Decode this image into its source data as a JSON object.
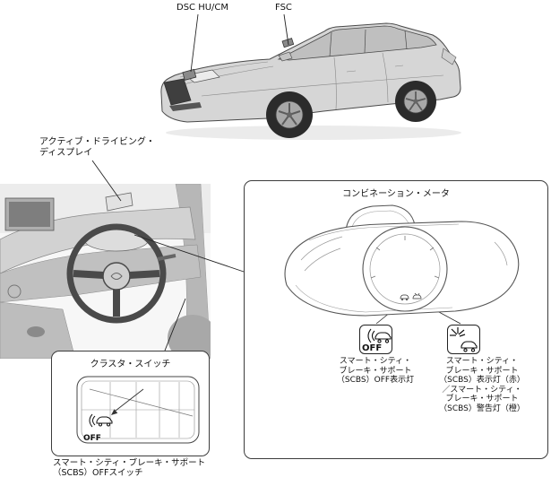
{
  "diagram": {
    "component_labels": {
      "dsc": "DSC HU/CM",
      "fsc": "FSC"
    },
    "active_driving_display_label": "アクティブ・ドライビング・\nディスプレイ",
    "cluster_switch": {
      "title": "クラスタ・スイッチ",
      "off_label": "OFF",
      "caption": "スマート・シティ・ブレーキ・サポート\n（SCBS）OFFスイッチ"
    },
    "combination_meter": {
      "title": "コンビネーション・メータ",
      "off_label": "OFF",
      "off_indicator_caption": "スマート・シティ・\nブレーキ・サポート\n（SCBS）OFF表示灯",
      "warning_indicator_caption": "スマート・シティ・\nブレーキ・サポート\n（SCBS）表示灯（赤）\n／スマート・シティ・\nブレーキ・サポート\n（SCBS）警告灯（橙）"
    }
  }
}
